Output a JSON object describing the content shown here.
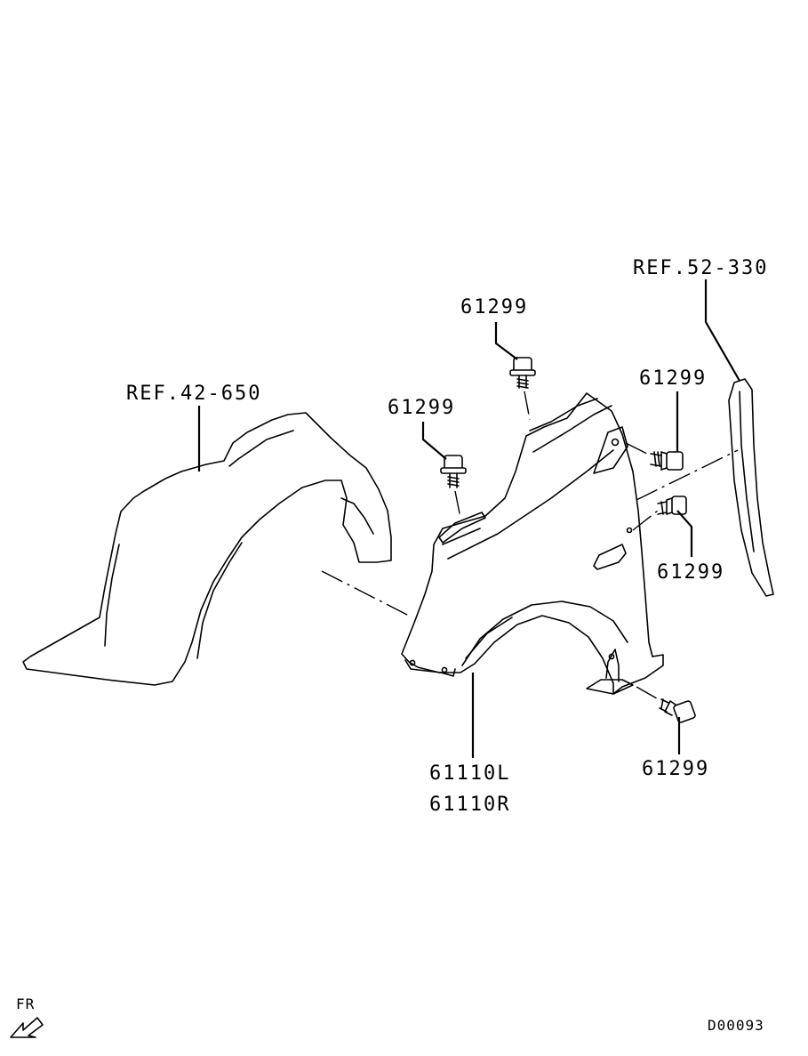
{
  "labels": {
    "ref_42_650": "REF.42-650",
    "ref_52_330": "REF.52-330",
    "bolt_top": "61299",
    "bolt_upper_left": "61299",
    "bolt_upper_right": "61299",
    "bolt_mid_right": "61299",
    "bolt_bottom_right": "61299",
    "fender_left": "61110L",
    "fender_right": "61110R",
    "direction": "FR",
    "diagram_code": "D00093"
  },
  "colors": {
    "line": "#000000",
    "background": "#ffffff"
  },
  "icons": {
    "direction": "front-arrow-icon"
  }
}
